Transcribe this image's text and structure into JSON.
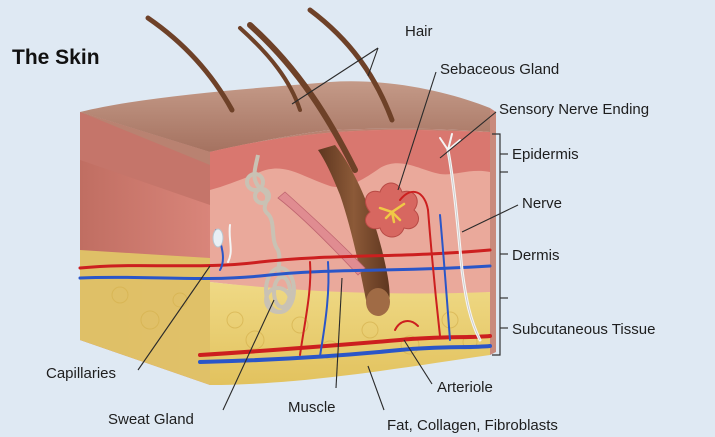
{
  "title": "The Skin",
  "labels": {
    "hair": "Hair",
    "sebaceous_gland": "Sebaceous Gland",
    "sensory_nerve_ending": "Sensory Nerve Ending",
    "epidermis": "Epidermis",
    "nerve": "Nerve",
    "dermis": "Dermis",
    "subcutaneous_tissue": "Subcutaneous Tissue",
    "capillaries": "Capillaries",
    "sweat_gland": "Sweat Gland",
    "muscle": "Muscle",
    "arteriole": "Arteriole",
    "fat_collagen_fibroblasts": "Fat, Collagen, Fibroblasts"
  },
  "colors": {
    "background": "#dfe9f3",
    "skin_surface": "#b07f6c",
    "epidermis": "#d9776f",
    "dermis": "#e8a79a",
    "subcutaneous": "#e9d174",
    "hair": "#7a4a2e",
    "artery": "#cc1f1f",
    "vein": "#2a56c8",
    "nerve": "#f2f2f2",
    "sebaceous": "#e6a34a"
  }
}
